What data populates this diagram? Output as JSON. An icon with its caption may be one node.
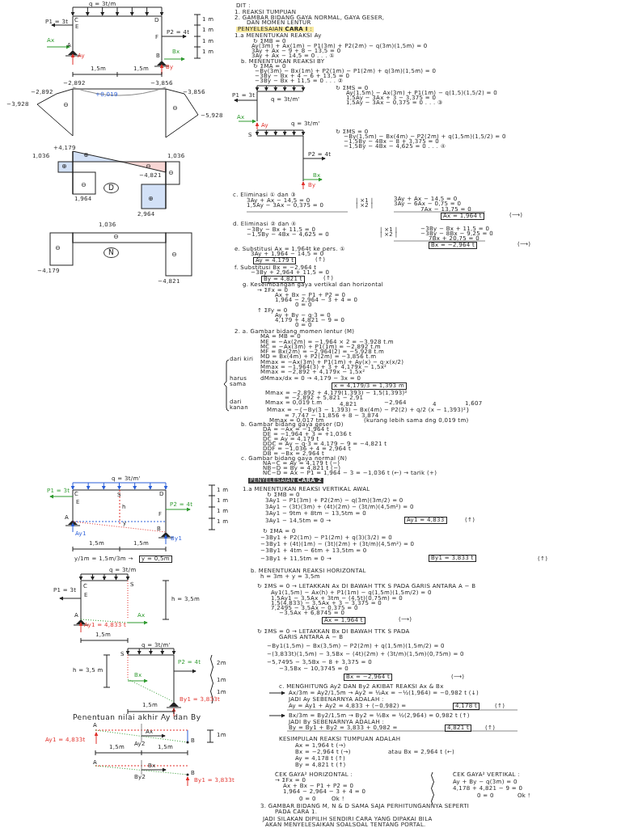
{
  "diagram": {
    "labels": [
      "q = 3t/m",
      "P1 = 3t",
      "C",
      "D",
      "E",
      "P2 = 4t",
      "F",
      "A",
      "B",
      "Ax",
      "Ay",
      "Bx",
      "1,5m",
      "1,5m",
      "By",
      "1 m",
      "1 m",
      "1 m",
      "1 m",
      "−2,892",
      "−3,856",
      "−2,892",
      "−3,928",
      "−3,856",
      "−5,928",
      "+0,019",
      "⊖",
      "⊖",
      "+4,179",
      "1,036",
      "⊕",
      "1,036",
      "⊕",
      "⊖",
      "⊖",
      "⊖",
      "⊕",
      "−4,821",
      "1,964",
      "D",
      "2,964",
      "1,036",
      "⊖",
      "N",
      "⊖",
      "⊖",
      "−4,179",
      "−4,821",
      "DIT :",
      "1. REAKSI TUMPUAN",
      "2. GAMBAR BIDANG GAYA NORMAL, GAYA GESER,",
      "DAN MOMEN LENTUR",
      "PENYELESAIAN **CARA I** :",
      "1.a MENENTUKAN REAKSI Ay",
      "↻ ΣMB = 0",
      "Ay(3m) + Ax(1m) − P1(3m) + P2(2m) − q(3m)(1,5m) = 0",
      "3Ay + Ax − 9 + 8 − 13,5 = 0",
      "3Ay + Ax − 14,5 = 0 . . . ①",
      "b. MENENTUKAN REAKSI BY",
      "↻ ΣMA = 0",
      "−By(3m) − Bx(1m) + P2(1m) − P1(2m) + q(3m)(1,5m) = 0",
      "−3By − Bx + 4 − 6 + 13,5 = 0",
      "−3By − Bx + 11,5 = 0 . . . ②",
      "P1 = 3t",
      "q = 3t/m'",
      "Ax",
      "Ay",
      "q = 3t/m'",
      "S",
      "P2 = 4t",
      "Bx",
      "By",
      "↻ ΣMS = 0",
      "Ay(1,5m) − Ax(3m) + P1(1m) − q(1,5)(1,5/2) = 0",
      "1,5Ay − 3Ax + 3 − 3,375 = 0",
      "1,5Ay − 3Ax − 0,375 = 0 . . . ③",
      "↻ ΣMS = 0",
      "−By(1,5m) − Bx(4m) − P2(2m) + q(1,5m)(1,5/2) = 0",
      "−1,5By − 4Bx − 8 + 3,375 = 0",
      "−1,5By − 4Bx − 4,625 = 0 . . . ④",
      "c. Eliminasi ① dan ③",
      "3Ay + Ax − 14,5 = 0",
      "1,5Ay − 3Ax − 0,375 = 0",
      "| ×1 |",
      "| ×2 |",
      "3Ay + Ax − 14,5 = 0",
      "3Ay − 6Ax − 0,75 = 0",
      "7Ax − 13,75 = 0",
      "Ax = 1,964 t",
      "(⟶)",
      "d. Eliminasi ② dan ④",
      "−3By − Bx + 11,5 = 0",
      "−1,5By − 4Bx − 4,625 = 0",
      "| ×1 |",
      "| ×2 |",
      "−3By − Bx + 11,5 = 0",
      "−3By − 8Bx − 9,25 = 0",
      "7Bx + 20,75 = 0",
      "Bx = −2,964 t",
      "(⟶)",
      "e. Substitusi Ax = 1,964t ke pers. ①",
      "3Ay + 1,964 − 14,5 = 0",
      "Ay = 4,179 t",
      "(↑)",
      "f. Substitusi Bx = −2,964 t",
      "−3By + 2,964 + 11,5 = 0",
      "By = 4,821 t",
      "(↑)",
      "g. Keseimbangan gaya vertikal dan horizontal",
      "→ ΣFx = 0",
      "Ax + Bx − P1 + P2 = 0",
      "1,964 − 2,964 − 3 + 4 = 0",
      "0 = 0",
      "↑ ΣFy = 0",
      "Ay + By − q·3 = 0",
      "4,179 + 4,821 − 9 = 0",
      "0 = 0",
      "2. a. Gambar bidang momen lentur (M)",
      "MA = MB = 0",
      "ME = −Ax(2m) = −1,964 × 2 = −3,928 t.m",
      "MC = −Ax(3m) + P1(1m) = −2,892 t.m",
      "MF = Bx(2m) = −2,964(2) = −5,928 t.m",
      "MD = Bx(4m) + P2(2m) = −3,856 t.m",
      "Mmax = −Ax(3m) + P1(1m) + Ay(x) − q·x(x/2)",
      "Mmax = −1,964(3) + 3 + 4,179x − 1,5x²",
      "Mmax = −2,892 + 4,179x − 1,5x²",
      "dMmax/dx = 0 → 4,179 − 3x = 0",
      "x = 4,179/3 = 1,393 m",
      "Mmax = −2,892 + 4,179(1,393) − 1,5(1,393)²",
      "= −2,892 + 5,821 − 2,91",
      "Mmax = 0,019 t.m",
      "Mmax = −{−By(3 − 1,393) − Bx(4m) − P2(2) + q/2 (x − 1,393)²}",
      "= 7,747 − 11,856 + 8 − 3,874",
      "Mmax = 0,017 tm",
      "(kurang lebih sama dng 0,019 tm)",
      "4,821",
      "−2,964",
      "4",
      "1,607",
      "dari kiri",
      "harus sama",
      "dari kanan",
      "b. Gambar bidang gaya geser (D)",
      "DA = −Ax = −1,964 t",
      "DE = −1,964 + 3 = +1,036 t",
      "DC = Ay = 4,179 t",
      "DDC = Ay − q·3 = 4,179 − 9 = −4,821 t",
      "DDF = −1,036 + 4 = 2,964 t",
      "DB = −Bx = 2,964 t",
      "c. Gambar bidang gaya normal (N)",
      "NA−C = Ay = 4,179 t (−)",
      "NB−D = By = 4,821 t (−)",
      "NC−D = Ax − P1 = 1,964 − 3 = −1,036 t (←) → tarik (+)",
      "q = 3t/m'",
      "PENYELESAIAN **CARA 2**",
      "C",
      "S",
      "D",
      "P1 = 3t",
      "E",
      "P2 = 4t",
      "F",
      "h",
      "A",
      "y",
      "B",
      "Ay1",
      "By1",
      "1 m",
      "1 m",
      "1 m",
      "1 m",
      "1,5m",
      "1,5m",
      "y/1m = 1,5m/3m →",
      "y = 0,5m",
      "q = 3t/m",
      "C",
      "S",
      "P1 = 3t",
      "E",
      "h = 3,5m",
      "A",
      "Ax",
      "Ay1 = 4,833 t",
      "1,5m",
      "q = 3t/m'",
      "S",
      "h = 3,5 m",
      "P2 = 4t",
      "Bx",
      "By1 = 3,833t",
      "2m",
      "1m",
      "1m",
      "1,5m",
      "Penentuan nilai akhir Ay dan By",
      "A",
      "Ax",
      "Ay1 = 4,833t",
      "Ay2",
      "B",
      "1m",
      "1,5m",
      "1,5m",
      "A",
      "Bx",
      "B",
      "By2",
      "By1 = 3,833t",
      "1.a MENENTUKAN REAKSI VERTIKAL AWAL",
      "↻ ΣMB = 0",
      "3Ay1 − P1(3m) + P2(2m) − q(3m)(3m/2) = 0",
      "3Ay1 − (3t)(3m) + (4t)(2m) − (3t/m)(4,5m²) = 0",
      "3Ay1 − 9tm + 8tm − 13,5tm = 0",
      "3Ay1 − 14,5tm = 0 →",
      "Ay1 = 4,833",
      "(↑)",
      "↻ ΣMA = 0",
      "−3By1 + P2(1m) − P1(2m) + q(3)(3/2) = 0",
      "−3By1 + (4t)(1m) − (3t)(2m) + (3t/m)(4,5m²) = 0",
      "−3By1 + 4tm − 6tm + 13,5tm = 0",
      "−3By1 + 11,5tm = 0 →",
      "By1 = 3,833 t",
      "(↑)",
      "b. MENENTUKAN REAKSI HORIZONTAL",
      "h = 3m + y = 3,5m",
      "↻ ΣMS = 0 → LETAKKAN Ax DI BAWAH TTK S PADA GARIS ANTARA A − B",
      "Ay1(1,5m) − Ax(h) + P1(1m) − q(1,5m)(1,5m/2) = 0",
      "1,5Ay1 − 3,5Ax + 3tm − (4,5t)(0,75m) = 0",
      "1,5(4,833) − 3,5Ax + 3 − 3,375 = 0",
      "7,2495 − 3,5Ax − 0,375 = 0",
      "−3,5Ax + 6,8745 = 0",
      "Ax = 1,964 t",
      "(⟶)",
      "↻ ΣMS = 0 → LETAKKAN Bx DI BAWAH TTK S PADA",
      "GARIS ANTARA A − B",
      "−By1(1,5m) − Bx(3,5m) − P2(2m) + q(1,5m)(1,5m/2) = 0",
      "−(3,833t)(1,5m) − 3,5Bx − (4t)(2m) + (3t/m)(1,5m)(0,75m) = 0",
      "−5,7495 − 3,5Bx − 8 + 3,375 = 0",
      "−3,5Bx − 10,3745 = 0",
      "Bx = −2,964 t",
      "(⟶)",
      "c. MENGHITUNG Ay2 DAN By2 AKIBAT REAKSI Ax & Bx",
      "Ax/3m = Ay2/1,5m → Ay2 = ½Ax = −½(1,964) = −0,982 t (↓)",
      "JADI Ay SEBENARNYA ADALAH :",
      "Ay = Ay1 + Ay2 = 4,833 + (−0,982) =",
      "4,178 t",
      "(↑)",
      "Bx/3m = By2/1,5m → By2 = ½Bx = ½(2,964) = 0,982 t (↑)",
      "JADI By SEBENARNYA ADALAH :",
      "By = By1 + By2 = 3,833 + 0,982 =",
      "4,821 t",
      "(↑)",
      "KESIMPULAN REAKSI TUMPUAN ADALAH",
      "Ax = 1,964 t  (→)",
      "Bx = −2,964 t  (→)",
      "atau Bx = 2,964 t (←)",
      "Ay = 4,178 t  (↑)",
      "By = 4,821 t  (↑)",
      "CEK GAYA² HORIZONTAL :",
      "→ ΣFx = 0",
      "Ax + Bx − P1 + P2 = 0",
      "1,964 − 2,964 − 3 + 4 = 0",
      "0 = 0",
      "Ok !",
      "CEK GAYA² VERTIKAL :",
      "Ay + By − q(3m) = 0",
      "4,178 + 4,821 − 9 = 0",
      "0 = 0",
      "Ok !",
      "3. GAMBAR BIDANG M, N & D SAMA SAJA PERHITUNGANNYA SEPERTI",
      "PADA CARA 1.",
      "JADI SILAKAN DIPILIH SENDIRI CARA YANG DIPAKAI BILA",
      "AKAN MENYELESAIKAN SOALSOAL TENTANG PORTAL."
    ]
  }
}
